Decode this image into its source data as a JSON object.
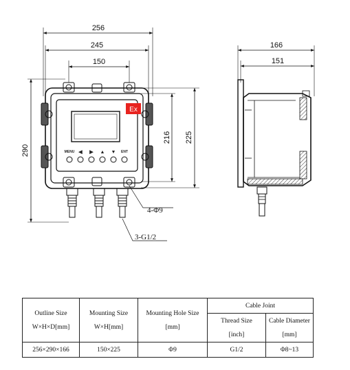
{
  "drawing": {
    "front_view": {
      "dim_overall_width": "256",
      "dim_body_width": "245",
      "dim_mount_width": "150",
      "dim_height": "290",
      "dim_mount_height": "216",
      "dim_body_height": "225",
      "ex_mark": "Ex",
      "button_labels": [
        "MENU",
        "◀",
        "▶",
        "▲",
        "▼",
        "ENT"
      ],
      "note_holes": "4-Φ9",
      "note_threads": "3-G1/2"
    },
    "side_view": {
      "dim_depth": "166",
      "dim_body_depth": "151"
    }
  },
  "spec_table": {
    "headers": {
      "outline_size": [
        "Outline Size",
        "W×H×D[mm]"
      ],
      "mounting_size": [
        "Mounting Size",
        "W×H[mm]"
      ],
      "mounting_hole_size": [
        "Mounting Hole Size",
        "[mm]"
      ],
      "cable_joint": "Cable Joint",
      "thread_size": [
        "Thread Size",
        "[inch]"
      ],
      "cable_diameter": [
        "Cable Diameter",
        "[mm]"
      ]
    },
    "row": {
      "outline_size": "256×290×166",
      "mounting_size": "150×225",
      "mounting_hole_size": "Φ9",
      "thread_size": "G1/2",
      "cable_diameter": "Φ8~13"
    }
  }
}
